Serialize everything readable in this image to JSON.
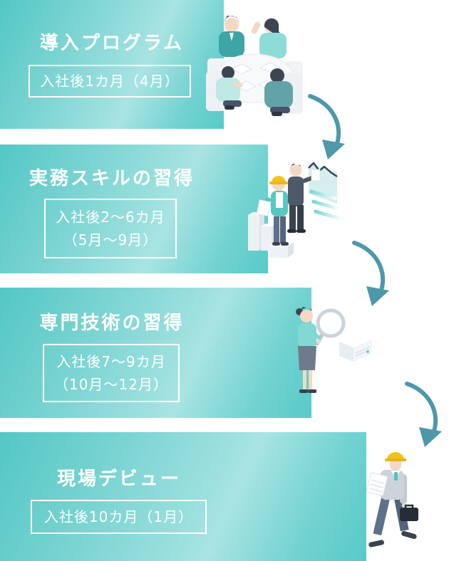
{
  "page": {
    "background": "#ffffff"
  },
  "colors": {
    "panel_gradient_edge": "#53c7c5",
    "panel_gradient_center": "#a9e4e3",
    "panel_text": "#ffffff",
    "period_box_border": "#ffffff",
    "arrow": "#4e98a9",
    "helmet_yellow": "#f2c21d",
    "illustration_teal": "#57c7c1"
  },
  "steps": [
    {
      "title": "導入プログラム",
      "period_lines": [
        "入社後1カ月（4月）"
      ],
      "illustration": "meeting-illustration"
    },
    {
      "title": "実務スキルの習得",
      "period_lines": [
        "入社後2〜6カ月",
        "（5月〜9月）"
      ],
      "illustration": "skill-training-illustration"
    },
    {
      "title": "専門技術の習得",
      "period_lines": [
        "入社後7〜9カ月",
        "（10月〜12月）"
      ],
      "illustration": "equipment-inspection-illustration"
    },
    {
      "title": "現場デビュー",
      "period_lines": [
        "入社後10カ月（1月）"
      ],
      "illustration": "site-worker-illustration"
    }
  ],
  "arrows": [
    {
      "name": "arrow-step1-to-step2"
    },
    {
      "name": "arrow-step2-to-step3"
    },
    {
      "name": "arrow-step3-to-step4"
    }
  ]
}
